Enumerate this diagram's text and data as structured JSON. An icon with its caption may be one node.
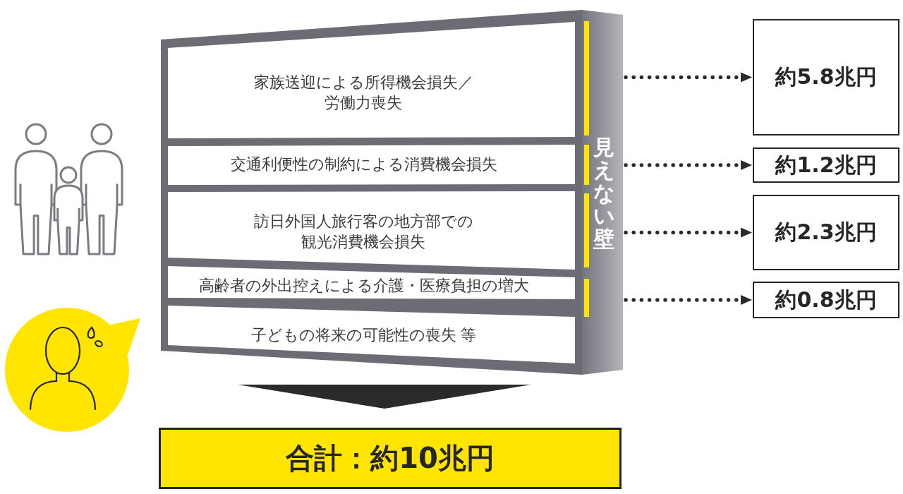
{
  "diagram": {
    "nodes": [
      {
        "text": [
          "見えない壁"
        ]
      },
      {
        "text": [
          "家族送迎による所得機会損失／労働力喪失"
        ],
        "in": 0
      },
      {
        "text": [
          "交通利便性の制約による消費機会損失"
        ],
        "in": 0
      },
      {
        "text": [
          "訪日外国人旅行客の地方部での観光消費機会損失"
        ],
        "in": 0
      },
      {
        "text": [
          "高齢者の外出控えによる介護・医療負担の増大"
        ],
        "in": 0
      },
      {
        "text": [
          "子どもの将来の可能性の喪失 等"
        ],
        "in": 0
      },
      {
        "text": [
          "約5.8兆円"
        ]
      },
      {
        "text": [
          "約1.2兆円"
        ]
      },
      {
        "text": [
          "約2.3兆円"
        ]
      },
      {
        "text": [
          "約0.8兆円"
        ]
      },
      {
        "text": [
          "合計：約10兆円"
        ]
      }
    ],
    "edges": [
      {
        "from": 0,
        "to": 6,
        "arrow": "to",
        "style": "dashed"
      },
      {
        "from": 0,
        "to": 7,
        "arrow": "to",
        "style": "dashed"
      },
      {
        "from": 0,
        "to": 8,
        "arrow": "to",
        "style": "dashed"
      },
      {
        "from": 0,
        "to": 9,
        "arrow": "to",
        "style": "dashed"
      },
      {
        "from": 0,
        "to": 10,
        "arrow": "to"
      }
    ]
  }
}
